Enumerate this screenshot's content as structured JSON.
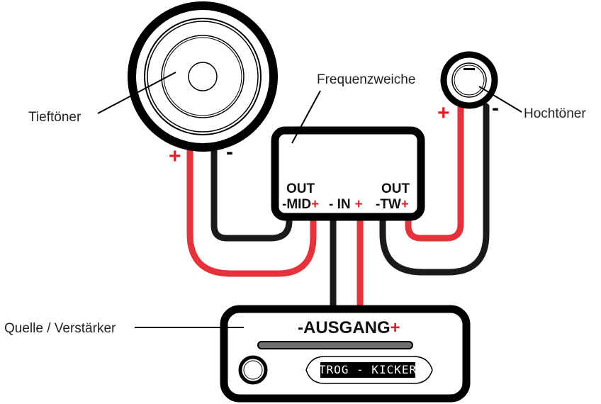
{
  "colors": {
    "positive_wire": "#e5323b",
    "negative_wire": "#1a1a1a",
    "outline": "#000000",
    "plus_sign": "#e0202a",
    "background": "#ffffff"
  },
  "labels": {
    "woofer": "Tieftöner",
    "tweeter": "Hochtöner",
    "crossover": "Frequenzweiche",
    "source": "Quelle / Verstärker"
  },
  "crossover": {
    "out_mid_top": "OUT",
    "out_mid_bottom": "-MID",
    "in_label": "- IN",
    "out_tw_top": "OUT",
    "out_tw_bottom": "-TW",
    "plus": "+"
  },
  "polarity": {
    "woofer_plus": "+",
    "woofer_minus": "-",
    "tweeter_plus": "+",
    "tweeter_minus": "-"
  },
  "amplifier": {
    "output_label": "-AUSGANG",
    "output_plus": "+",
    "display_text": "TROG - KICKER"
  },
  "icons": {
    "woofer": "woofer-speaker-icon",
    "tweeter": "tweeter-speaker-icon",
    "knob": "volume-knob-icon",
    "cd_slot": "cd-slot-icon"
  }
}
